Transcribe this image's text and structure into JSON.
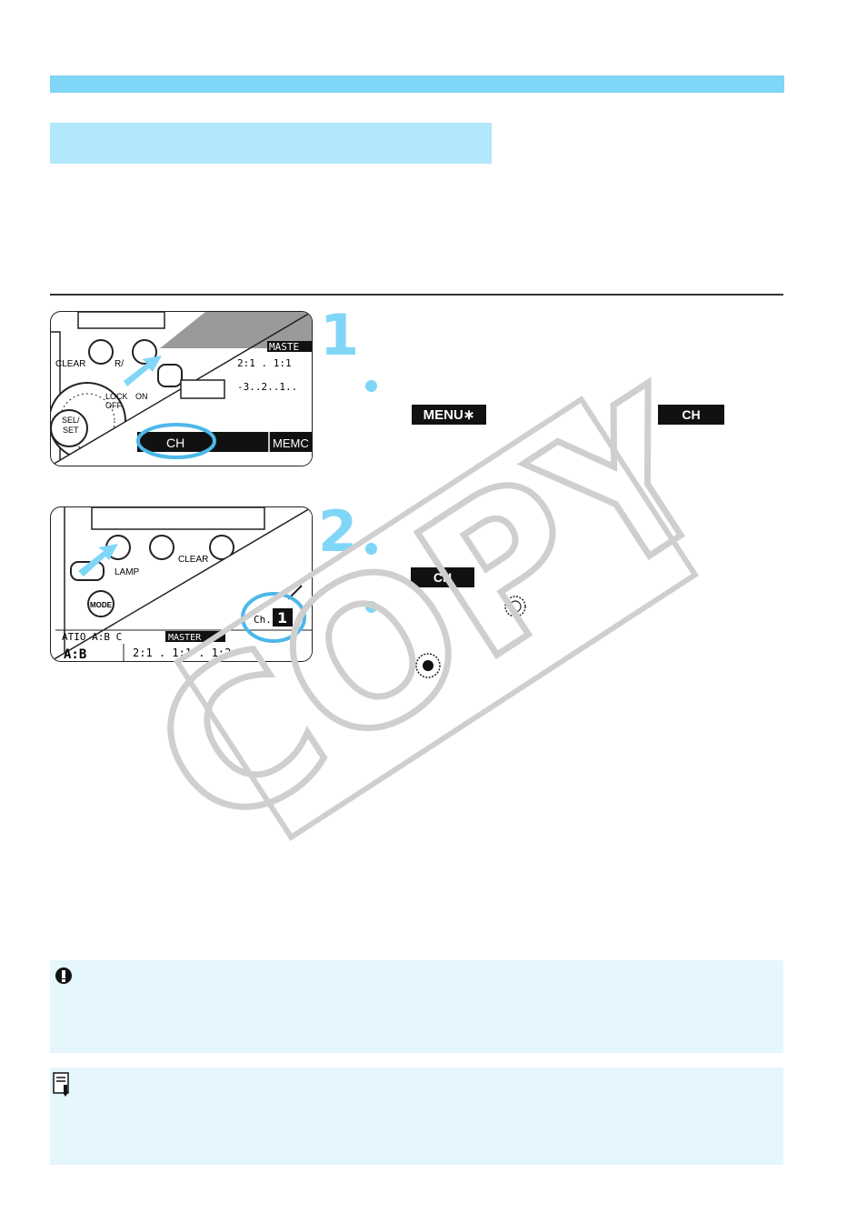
{
  "figure1": {
    "lcd_mode": "MASTE",
    "ratio_row": "2:1  .  1:1",
    "scale_row": "-3..2..1..",
    "ch_label": "CH",
    "memo_label": "MEMC",
    "clear_label": "CLEAR",
    "r_label": "R/",
    "lock_label": "LOCK",
    "off_label": "OFF",
    "on_label": "ON",
    "sel_label": "SEL/SET"
  },
  "figure2": {
    "clear_label": "CLEAR",
    "lamp_label": "LAMP",
    "mode_label": "MODE",
    "ch_prefix": "Ch.",
    "ch_value": "1",
    "ratio_text": "ATIO A:B C",
    "master_label": "MASTER",
    "ab_label": "A:B",
    "ratio_values": "2:1   .   1:1   .   1:2"
  },
  "steps": [
    {
      "number": "1",
      "key_menu": "MENU∗",
      "key_ch": "CH"
    },
    {
      "number": "2",
      "key_ch": "CH"
    }
  ],
  "watermark": {
    "text": "COPY",
    "color": "#cfcfcf"
  },
  "colors": {
    "accent": "#7fd6f7",
    "section": "#b3e7fb",
    "note_bg": "#e5f6fd"
  },
  "icons": [
    "caution-icon",
    "memo-icon",
    "dial-icon",
    "select-dial-icon"
  ]
}
